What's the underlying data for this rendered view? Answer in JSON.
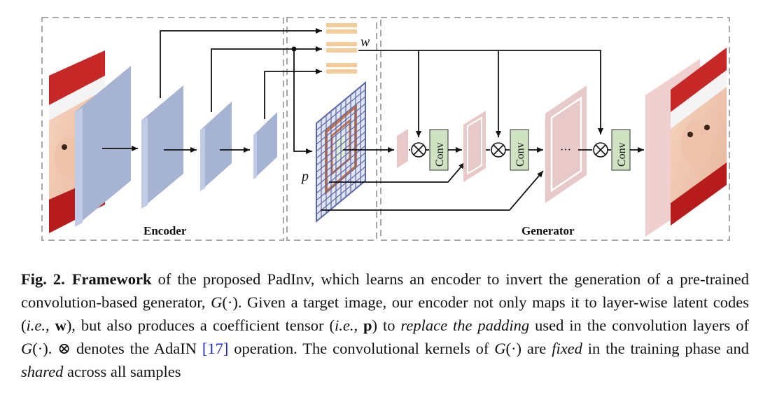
{
  "figure": {
    "encoder_label": "Encoder",
    "generator_label": "Generator",
    "w_label": "w",
    "p_label": "p",
    "conv_label": "Conv",
    "dots_label": "···",
    "otimes_symbol": "⊗",
    "colors": {
      "encoder_block": "#a7b3d3",
      "generator_block": "#e8c9c9",
      "latent_code": "#f4cc9c",
      "conv_box": "#cfe3c3",
      "padding_grid": "#8f99c6",
      "dashed_border": "#a8a8a8"
    }
  },
  "caption": {
    "fig_number": "Fig. 2.",
    "bold_title": "Framework",
    "t1": " of the proposed PadInv, which learns an encoder to invert the generation of a pre-trained convolution-based generator, ",
    "g1": "G",
    "dot": "(·)",
    "t2": ". Given a target image, our encoder not only maps it to layer-wise latent codes (",
    "ie1": "i.e.",
    "t3": ", ",
    "w_bold": "w",
    "t4": "), but also produces a coefficient tensor (",
    "ie2": "i.e.",
    "t5": ", ",
    "p_bold": "p",
    "t6": ") to ",
    "replace": "replace the padding",
    "t7": " used in the convolution layers of ",
    "g2": "G",
    "t8": ". ",
    "otimes": "⊗",
    "t9": " denotes the AdaIN ",
    "cite": "[17]",
    "t10": " operation. The convolutional kernels of ",
    "g3": "G",
    "t11": " are ",
    "fixed": "fixed",
    "t12": " in the training phase and ",
    "shared": "shared",
    "t13": " across all samples"
  }
}
